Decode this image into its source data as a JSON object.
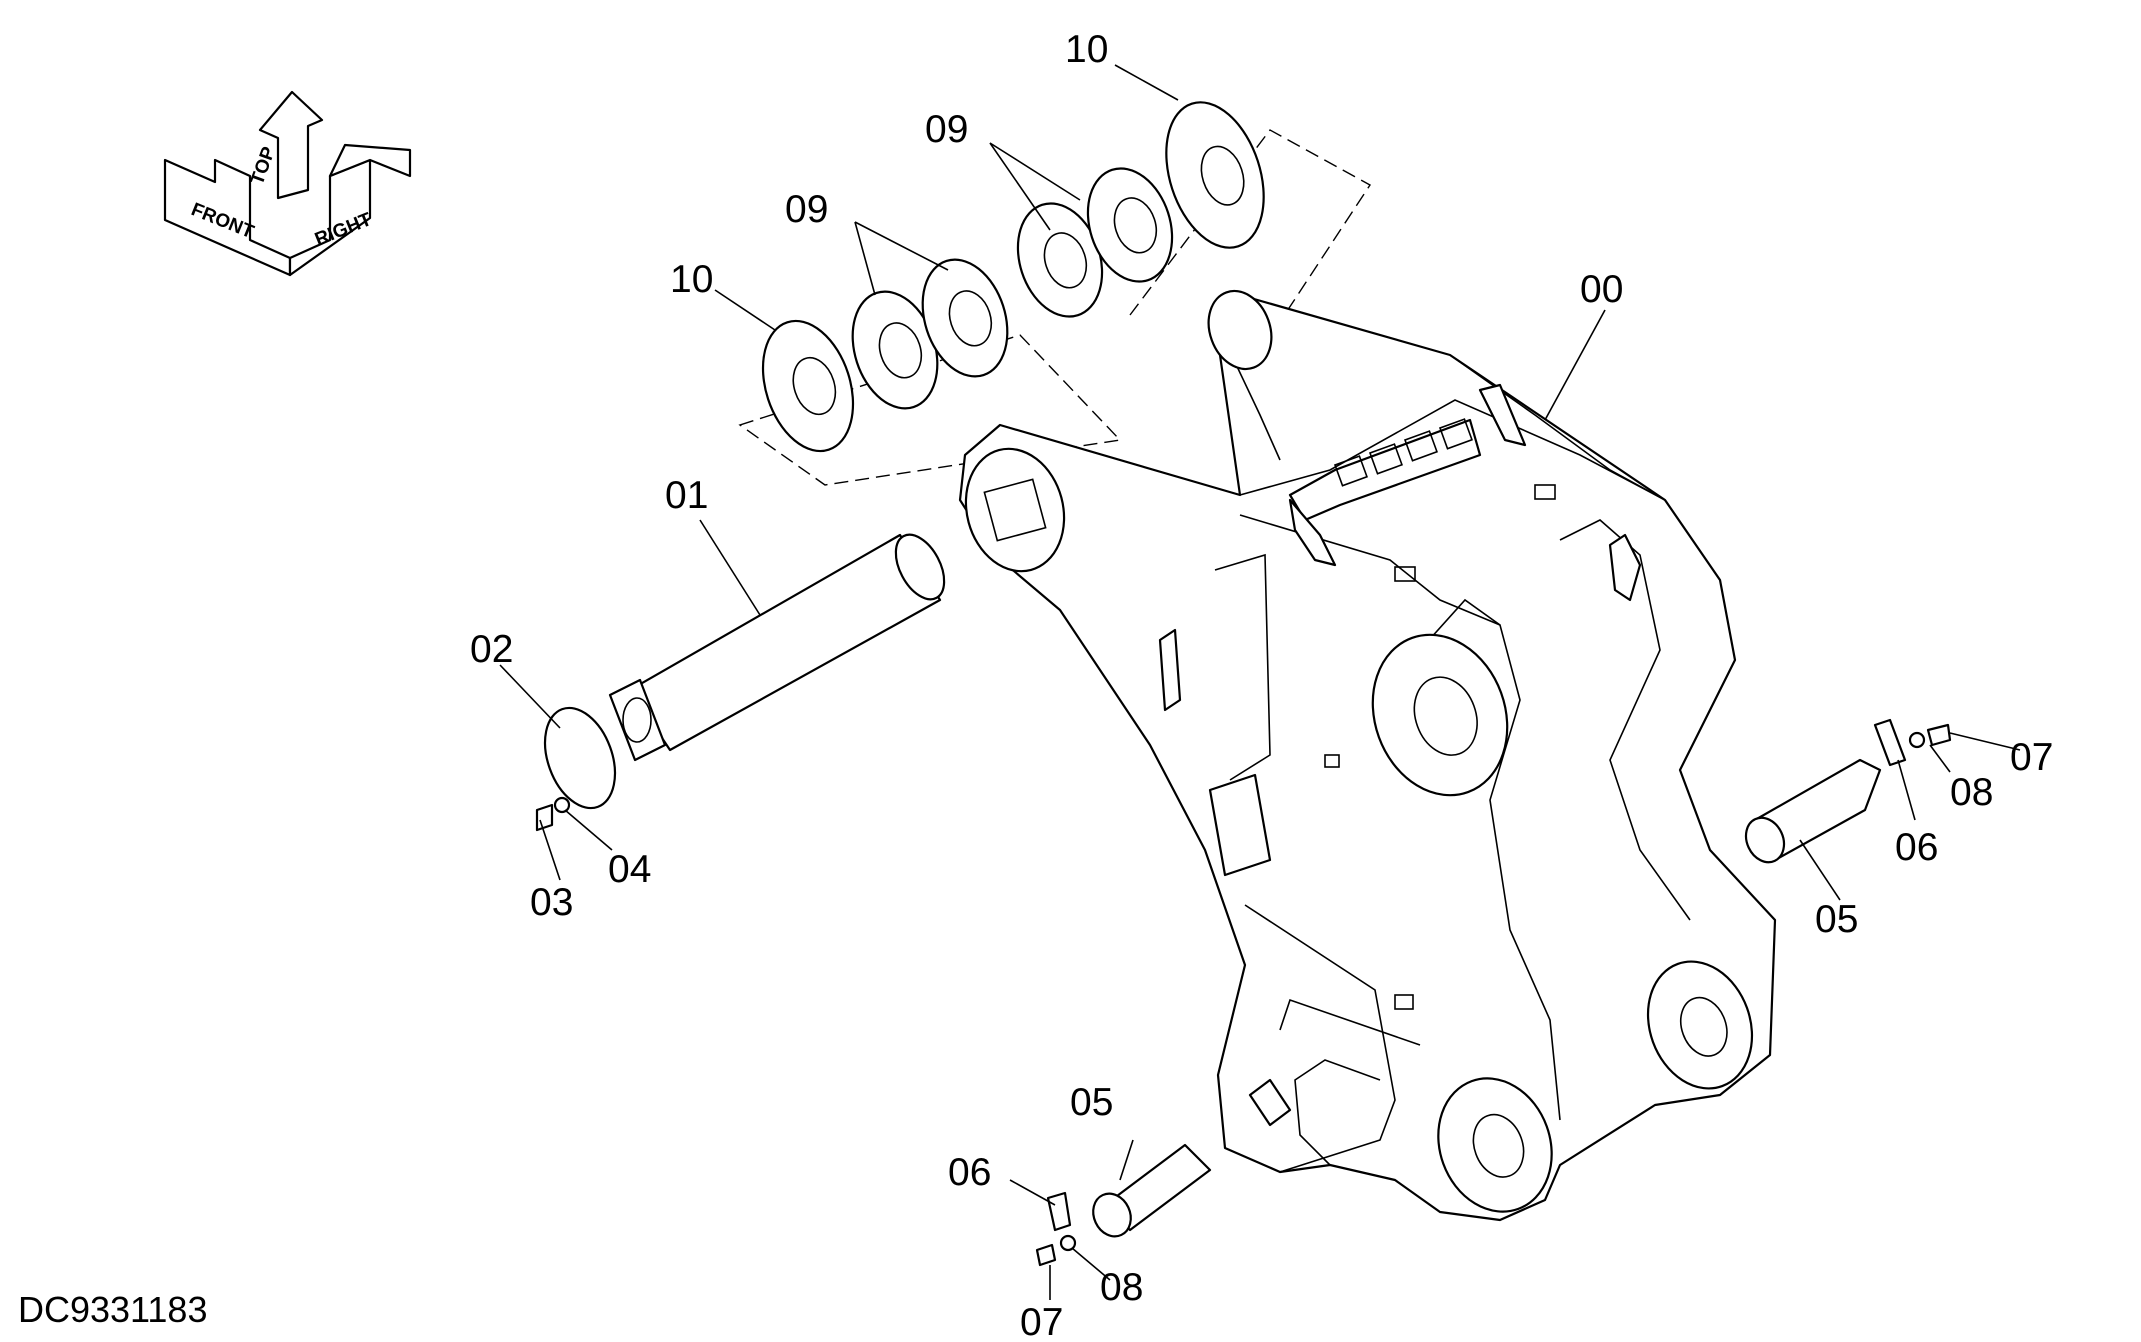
{
  "drawing_id": "DC9331183",
  "orientation": {
    "front": "FRONT",
    "top": "TOP",
    "right": "RIGHT"
  },
  "callouts": [
    "10",
    "09",
    "09",
    "10",
    "00",
    "01",
    "02",
    "03",
    "04",
    "05",
    "06",
    "07",
    "08",
    "05",
    "06",
    "07",
    "08"
  ]
}
